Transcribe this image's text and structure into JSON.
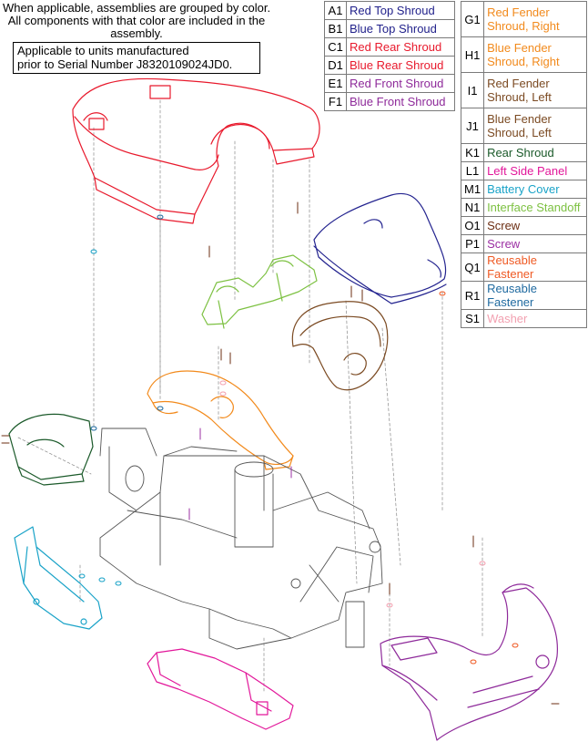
{
  "note": {
    "grouping": "When applicable, assemblies are grouped by color. All components with that color are included in the assembly.",
    "serial_line1": "Applicable to units manufactured",
    "serial_line2": "prior to Serial Number J8320109024JD0."
  },
  "legend_left": [
    {
      "code": "A1",
      "name": "Red Top Shroud",
      "color": "#1f1f8a"
    },
    {
      "code": "B1",
      "name": "Blue Top Shroud",
      "color": "#1f1f8a"
    },
    {
      "code": "C1",
      "name": "Red Rear Shroud",
      "color": "#e8192c"
    },
    {
      "code": "D1",
      "name": "Blue Rear Shroud",
      "color": "#e8192c"
    },
    {
      "code": "E1",
      "name": "Red Front Shroud",
      "color": "#8e2a9a"
    },
    {
      "code": "F1",
      "name": "Blue Front Shroud",
      "color": "#8e2a9a"
    }
  ],
  "legend_right": [
    {
      "code": "G1",
      "line1": "Red Fender",
      "line2": "Shroud, Right",
      "color": "#f28a1c"
    },
    {
      "code": "H1",
      "line1": "Blue Fender",
      "line2": "Shroud, Right",
      "color": "#f28a1c"
    },
    {
      "code": "I1",
      "line1": "Red Fender",
      "line2": "Shroud, Left",
      "color": "#7b4a22"
    },
    {
      "code": "J1",
      "line1": "Blue Fender",
      "line2": "Shroud, Left",
      "color": "#7b4a22"
    },
    {
      "code": "K1",
      "name": "Rear Shroud",
      "color": "#1b5a2a"
    },
    {
      "code": "L1",
      "name": "Left Side Panel",
      "color": "#e2179a"
    },
    {
      "code": "M1",
      "name": "Battery Cover",
      "color": "#1aa3c8"
    },
    {
      "code": "N1",
      "name": "Interface Standoff",
      "color": "#7dc142"
    },
    {
      "code": "O1",
      "name": "Screw",
      "color": "#6b2d12"
    },
    {
      "code": "P1",
      "name": "Screw",
      "color": "#9b2fa3"
    },
    {
      "code": "Q1",
      "name": "Reusable Fastener",
      "color": "#ef5a24"
    },
    {
      "code": "R1",
      "name": "Reusable Fastener",
      "color": "#1f6aa0"
    },
    {
      "code": "S1",
      "name": "Washer",
      "color": "#f2a0b0"
    }
  ],
  "colors": {
    "red": "#e8192c",
    "navy": "#23238f",
    "orange": "#f28a1c",
    "brown": "#7b4a22",
    "green": "#1b5a2a",
    "magenta": "#e2179a",
    "cyan": "#1aa3c8",
    "lime": "#7dc142",
    "purple": "#8e2a9a",
    "frame": "#555555"
  }
}
